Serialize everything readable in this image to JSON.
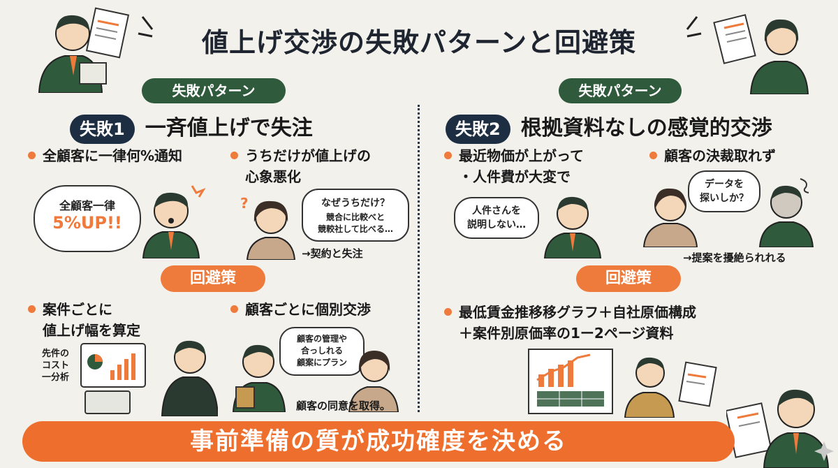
{
  "title": "値上げ交渉の失敗パターンと回避策",
  "left": {
    "pattern_label": "失敗パターン",
    "fail_badge": "失敗1",
    "fail_heading": "一斉値上げで失注",
    "bullet1": "全顧客に一律何%通知",
    "bullet2_line1": "うちだけが値上げの",
    "bullet2_line2": "心象悪化",
    "notice_line1": "全顧客一律",
    "notice_line2": "5%UP!!",
    "question_bubble_line1": "なぜうちだけ？",
    "question_bubble_line2": "競合に比較べと",
    "question_bubble_line3": "競較社して比べる…",
    "result": "→契約と失注",
    "avoid_label": "回避策",
    "avoid1_line1": "案件ごとに",
    "avoid1_line2": "値上げ幅を算定",
    "cost_note_line1": "先件の",
    "cost_note_line2": "コスト",
    "cost_note_line3": "一分析",
    "avoid2": "顧客ごとに個別交渉",
    "plan_bubble_line1": "顧客の管理や",
    "plan_bubble_line2": "合っしれる",
    "plan_bubble_line3": "顧案にプラン",
    "agree": "顧客の同意を取得。"
  },
  "right": {
    "pattern_label": "失敗パターン",
    "fail_badge": "失敗2",
    "fail_heading": "根拠資料なしの感覚的交渉",
    "bullet1_line1": "最近物価が上がって",
    "bullet1_line2": "・人件費が大変で",
    "bullet2": "顧客の決裁取れず",
    "staff_bubble_line1": "人件さんを",
    "staff_bubble_line2": "説明しない…",
    "data_bubble_line1": "データを",
    "data_bubble_line2": "探いしか？",
    "result": "→提案を擾絶られれる",
    "avoid_label": "回避策",
    "avoid_line1": "最低賃金推移移グラフ＋自社原価構成",
    "avoid_line2": "＋案件別原価率の1ー2ページ資料"
  },
  "bottom": "事前準備の質が成功確度を決める",
  "colors": {
    "green": "#2f5a3c",
    "orange": "#ee7a3b",
    "navy": "#1e2e42",
    "bg": "#f2f1ec"
  }
}
